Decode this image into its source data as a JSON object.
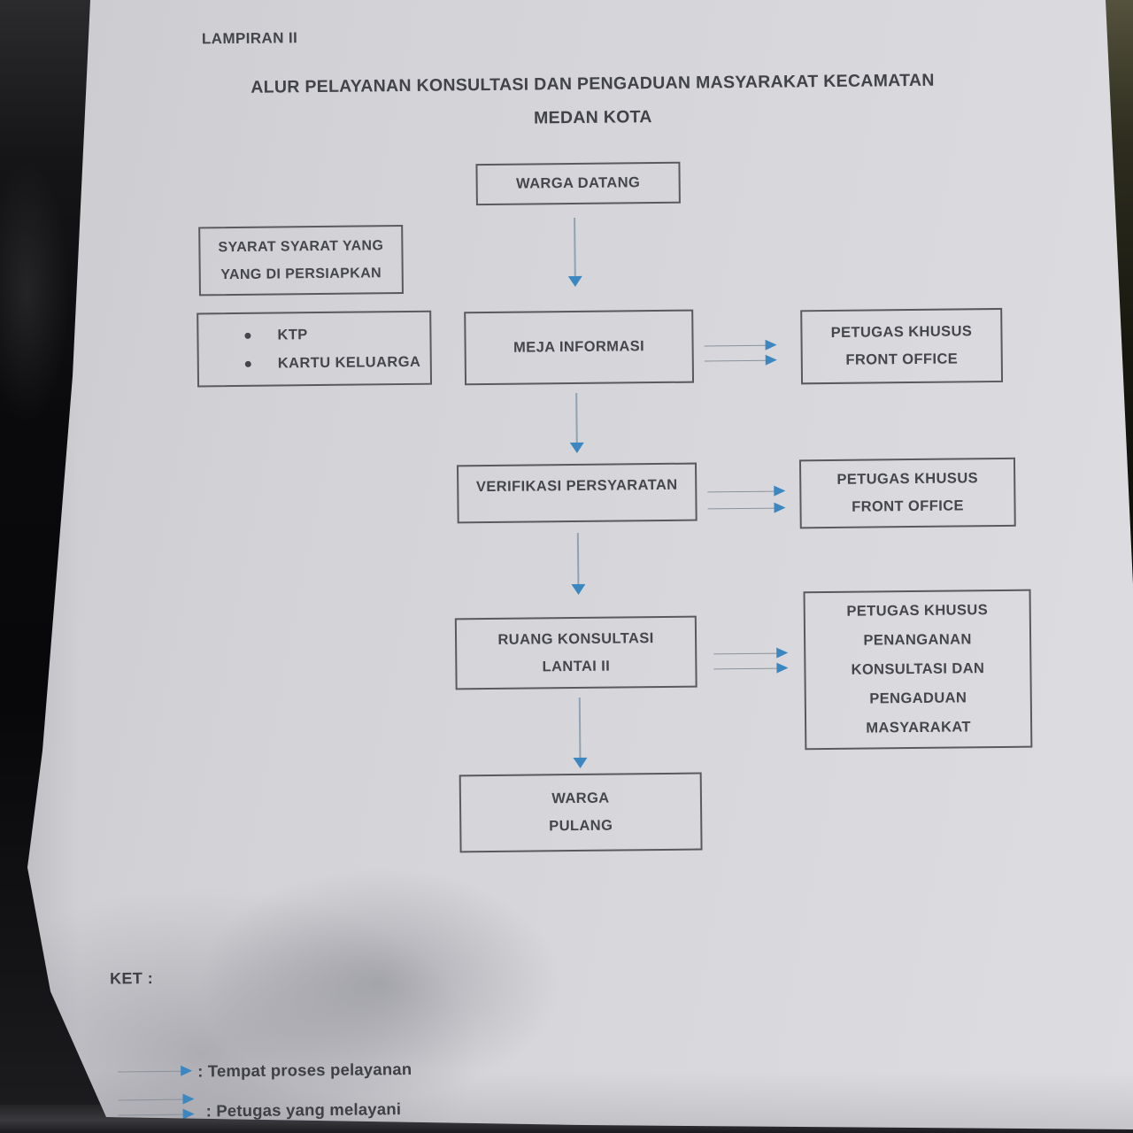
{
  "header": {
    "lampiran": "LAMPIRAN II",
    "title_line1": "ALUR PELAYANAN KONSULTASI DAN PENGADUAN MASYARAKAT KECAMATAN",
    "title_line2": "MEDAN KOTA"
  },
  "flow": {
    "warga_datang": "WARGA DATANG",
    "syarat": {
      "line1": "SYARAT SYARAT YANG",
      "line2": "YANG DI PERSIAPKAN"
    },
    "requirements": [
      "KTP",
      "KARTU KELUARGA"
    ],
    "meja_informasi": "MEJA INFORMASI",
    "petugas_front_office_1": {
      "line1": "PETUGAS KHUSUS",
      "line2": "FRONT OFFICE"
    },
    "verifikasi": "VERIFIKASI PERSYARATAN",
    "petugas_front_office_2": {
      "line1": "PETUGAS KHUSUS",
      "line2": "FRONT OFFICE"
    },
    "ruang_konsultasi": {
      "line1": "RUANG KONSULTASI",
      "line2": "LANTAI II"
    },
    "petugas_penanganan": {
      "line1": "PETUGAS KHUSUS",
      "line2": "PENANGANAN",
      "line3": "KONSULTASI DAN",
      "line4": "PENGADUAN",
      "line5": "MASYARAKAT"
    },
    "warga_pulang": {
      "line1": "WARGA",
      "line2": "PULANG"
    }
  },
  "legend": {
    "heading": "KET :",
    "items": [
      {
        "symbol": "single-right-arrow",
        "label": ": Tempat proses pelayanan"
      },
      {
        "symbol": "double-right-arrow",
        "label": ": Petugas yang melayani"
      }
    ]
  },
  "colors": {
    "paper": "#d6d6da",
    "ink": "#46474c",
    "box_border": "#595a5e",
    "arrow_blue": "#3d87c0",
    "arrow_shaft": "#8b929b",
    "background": "#0a0a0c"
  }
}
